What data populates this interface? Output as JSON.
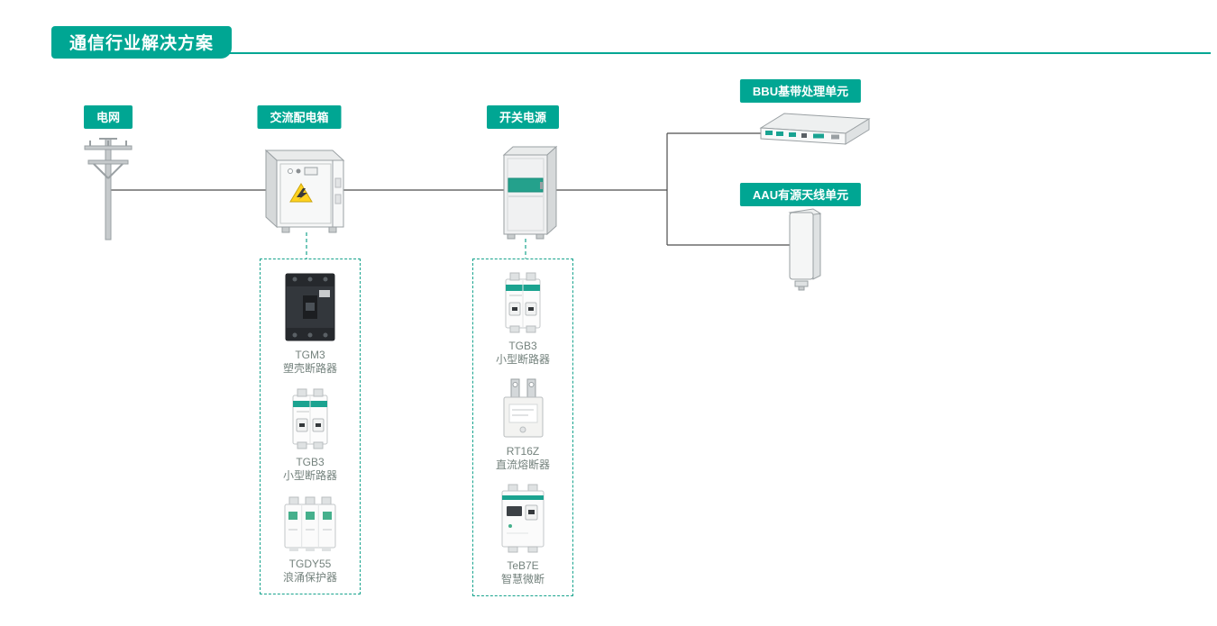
{
  "title": "通信行业解决方案",
  "colors": {
    "accent": "#00a693",
    "line": "#4d4d4d",
    "dash": "#17a38d",
    "ptext": "#74827d"
  },
  "nodes": {
    "grid": {
      "label": "电网"
    },
    "acbox": {
      "label": "交流配电箱"
    },
    "psu": {
      "label": "开关电源"
    },
    "bbu": {
      "label": "BBU基带处理单元"
    },
    "aau": {
      "label": "AAU有源天线单元"
    }
  },
  "illustrations": {
    "grid": "utility-pole",
    "acbox": "ac-distribution-cabinet",
    "psu": "switching-power-cabinet",
    "bbu": "rack-unit",
    "aau": "antenna-panel"
  },
  "groups": {
    "acbox": {
      "products": [
        {
          "model": "TGM3",
          "name": "塑壳断路器"
        },
        {
          "model": "TGB3",
          "name": "小型断路器"
        },
        {
          "model": "TGDY55",
          "name": "浪涌保护器"
        }
      ]
    },
    "psu": {
      "products": [
        {
          "model": "TGB3",
          "name": "小型断路器"
        },
        {
          "model": "RT16Z",
          "name": "直流熔断器"
        },
        {
          "model": "TeB7E",
          "name": "智慧微断"
        }
      ]
    }
  }
}
